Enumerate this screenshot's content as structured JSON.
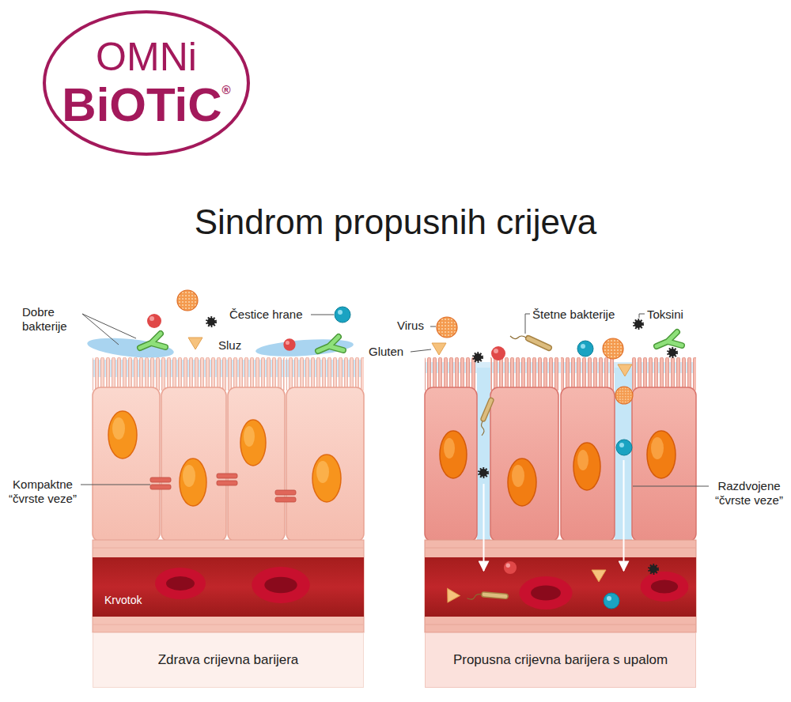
{
  "diagram": {
    "title": "Sindrom propusnih crijeva",
    "nodes": [
      {
        "text": [
          "OMNi",
          "BiOTiC",
          "®"
        ]
      },
      {
        "text": [
          "Zdrava crijevna barijera"
        ]
      },
      {
        "text": [
          "Propusna crijevna barijera s upalom"
        ]
      }
    ],
    "labels": [
      "Dobre bakterije",
      "Čestice hrane",
      "Sluz",
      "Kompaktne “čvrste veze”",
      "Krvotok",
      "Virus",
      "Gluten",
      "Štetne bakterije",
      "Toksini",
      "Razdvojene “čvrste veze”"
    ]
  }
}
